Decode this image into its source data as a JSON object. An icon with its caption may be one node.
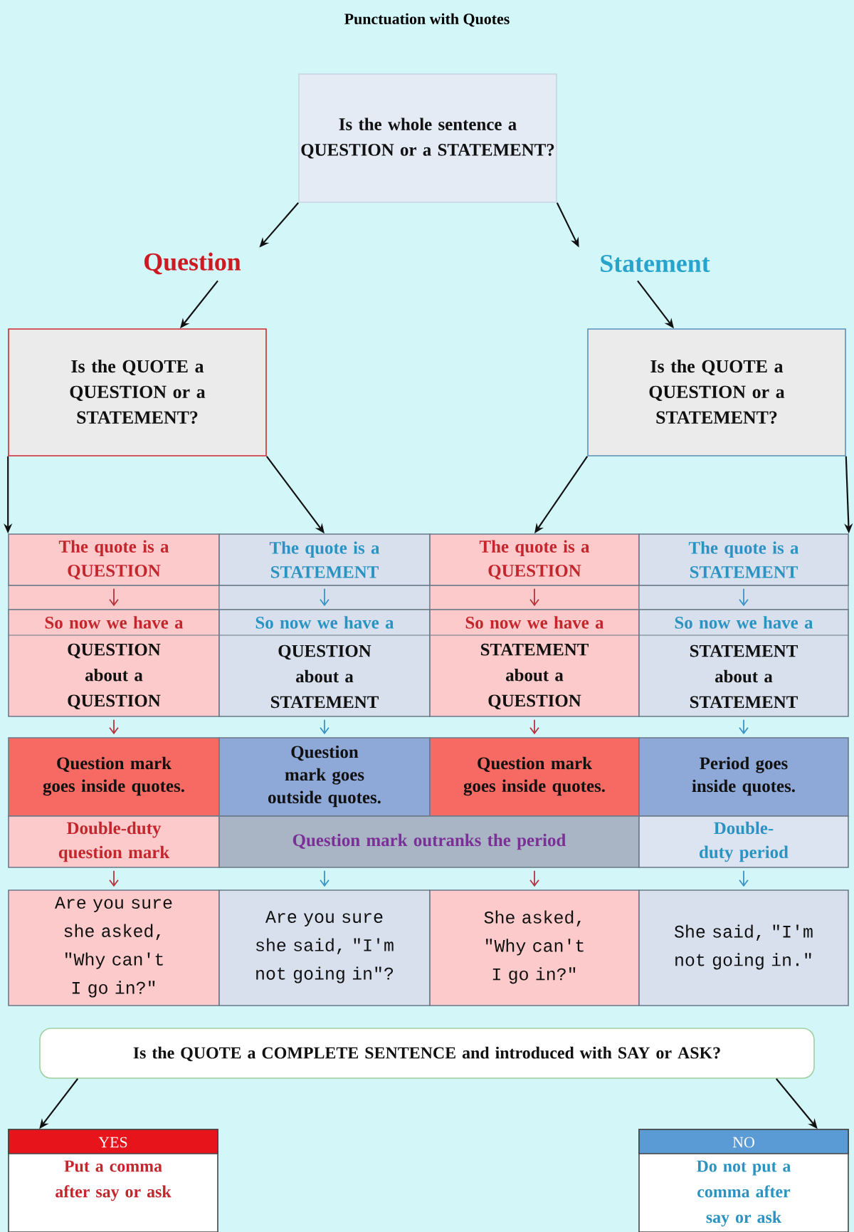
{
  "diagram": {
    "title": "Punctuation with Quotes",
    "nodes": [
      {
        "text": [
          "Is the whole sentence a QUESTION or a STATEMENT?"
        ]
      },
      {
        "text": [
          "Question"
        ]
      },
      {
        "text": [
          "Statement"
        ]
      },
      {
        "text": [
          "Is the QUOTE a QUESTION or a STATEMENT?"
        ]
      },
      {
        "text": [
          "Is the QUOTE a QUESTION or a STATEMENT?"
        ]
      },
      {
        "text": [
          "The quote is a QUESTION"
        ]
      },
      {
        "text": [
          "The quote is a STATEMENT"
        ]
      },
      {
        "text": [
          "The quote is a QUESTION"
        ]
      },
      {
        "text": [
          "The quote is a STATEMENT"
        ]
      },
      {
        "text": [
          "So now we have a",
          "QUESTION about a QUESTION"
        ]
      },
      {
        "text": [
          "So now we have a",
          "QUESTION about a STATEMENT"
        ]
      },
      {
        "text": [
          "So now we have a",
          "STATEMENT about a QUESTION"
        ]
      },
      {
        "text": [
          "So now we have a",
          "STATEMENT about a STATEMENT"
        ]
      },
      {
        "text": [
          "Question mark goes inside quotes."
        ]
      },
      {
        "text": [
          "Question mark goes outside quotes."
        ]
      },
      {
        "text": [
          "Question mark goes inside quotes."
        ]
      },
      {
        "text": [
          "Period goes inside quotes."
        ]
      },
      {
        "text": [
          "Double-duty question mark"
        ]
      },
      {
        "text": [
          "Question mark outranks the period"
        ]
      },
      {
        "text": [
          "Double-duty period"
        ]
      },
      {
        "text": [
          "Are you sure she asked, \"Why can't I go in?\""
        ]
      },
      {
        "text": [
          "Are you sure she said, \"I'm not going in\"?"
        ]
      },
      {
        "text": [
          "She asked, \"Why can't I go in?\""
        ]
      },
      {
        "text": [
          "She said, \"I'm not going in.\""
        ]
      },
      {
        "text": [
          "Is the QUOTE a COMPLETE SENTENCE and introduced with SAY or ASK?"
        ]
      },
      {
        "text": [
          "YES",
          "Put a comma after say or ask"
        ]
      },
      {
        "text": [
          "NO",
          "Do not put a comma after say or ask"
        ]
      }
    ],
    "edges": [
      {
        "from": 0,
        "to": 1,
        "arrow": "to"
      },
      {
        "from": 0,
        "to": 2,
        "arrow": "to"
      },
      {
        "from": 1,
        "to": 3,
        "arrow": "to"
      },
      {
        "from": 2,
        "to": 4,
        "arrow": "to"
      },
      {
        "from": 3,
        "to": 5,
        "arrow": "to"
      },
      {
        "from": 3,
        "to": 6,
        "arrow": "to"
      },
      {
        "from": 4,
        "to": 7,
        "arrow": "to"
      },
      {
        "from": 4,
        "to": 8,
        "arrow": "to"
      },
      {
        "from": 5,
        "to": 9,
        "arrow": "to",
        "color": "#b5333a"
      },
      {
        "from": 6,
        "to": 10,
        "arrow": "to",
        "color": "#3a93c4"
      },
      {
        "from": 7,
        "to": 11,
        "arrow": "to",
        "color": "#b5333a"
      },
      {
        "from": 8,
        "to": 12,
        "arrow": "to",
        "color": "#3a93c4"
      },
      {
        "from": 9,
        "to": 13,
        "arrow": "to",
        "color": "#b5333a"
      },
      {
        "from": 10,
        "to": 14,
        "arrow": "to",
        "color": "#3a93c4"
      },
      {
        "from": 11,
        "to": 15,
        "arrow": "to",
        "color": "#b5333a"
      },
      {
        "from": 12,
        "to": 16,
        "arrow": "to",
        "color": "#3a93c4"
      },
      {
        "from": 17,
        "to": 20,
        "arrow": "to",
        "color": "#b5333a"
      },
      {
        "from": 18,
        "to": 21,
        "arrow": "to",
        "color": "#3a93c4"
      },
      {
        "from": 18,
        "to": 22,
        "arrow": "to",
        "color": "#b5333a"
      },
      {
        "from": 19,
        "to": 23,
        "arrow": "to",
        "color": "#3a93c4"
      },
      {
        "from": 24,
        "to": 25,
        "arrow": "to"
      },
      {
        "from": 24,
        "to": 26,
        "arrow": "to"
      }
    ]
  }
}
